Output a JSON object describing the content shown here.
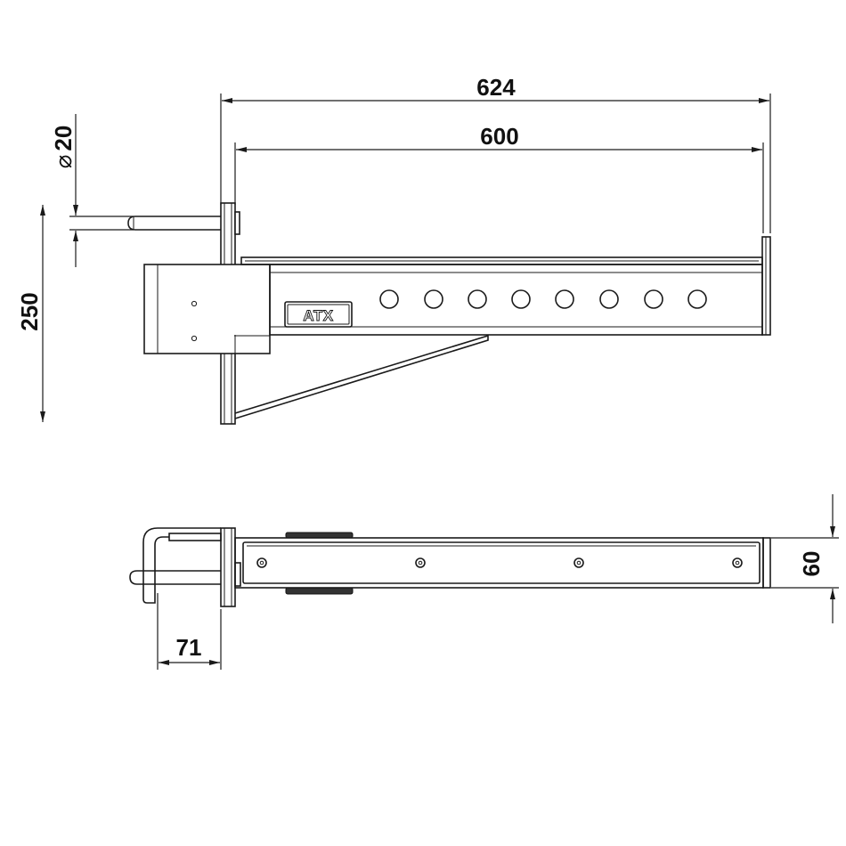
{
  "dimensions": {
    "overall_length": "624",
    "inner_length": "600",
    "pin_diameter_symbol": "⌀",
    "pin_diameter": "20",
    "height": "250",
    "width": "60",
    "pin_offset": "71"
  },
  "logo": {
    "text": "ATX"
  }
}
